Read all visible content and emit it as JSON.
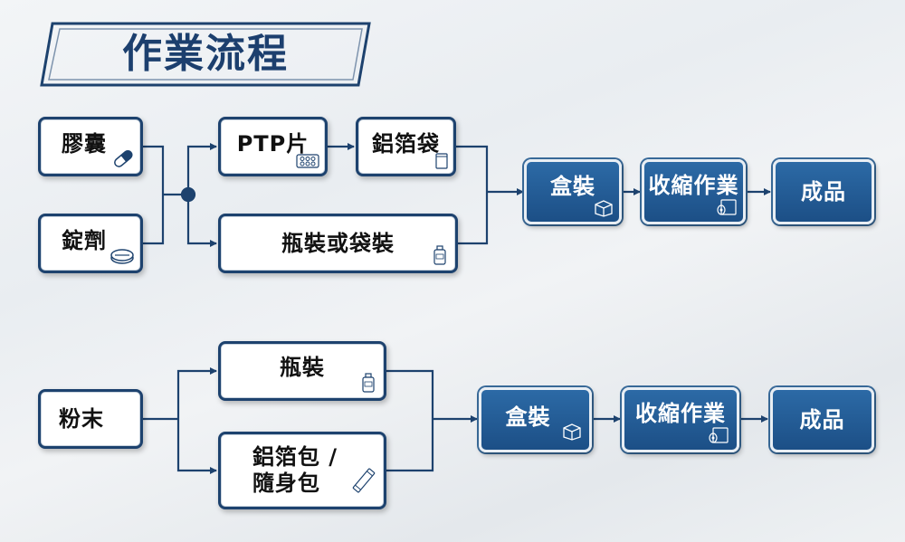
{
  "title": "作業流程",
  "top_flow": {
    "capsule": "膠囊",
    "tablet": "錠劑",
    "ptp": "PTP片",
    "foil_bag": "鋁箔袋",
    "bottle_or_bag": "瓶裝或袋裝",
    "boxing": "盒裝",
    "shrink_wrap": "收縮作業",
    "finished": "成品"
  },
  "bottom_flow": {
    "powder": "粉末",
    "bottle": "瓶裝",
    "foil_pack_line1": "鋁箔包 /",
    "foil_pack_line2": "隨身包",
    "boxing": "盒裝",
    "shrink_wrap": "收縮作業",
    "finished": "成品"
  },
  "icons": [
    "capsule-icon",
    "tablet-icon",
    "blister-icon",
    "bag-icon",
    "bottle-icon",
    "box-icon",
    "shrink-roll-icon",
    "stick-pack-icon"
  ],
  "colors": {
    "dark_blue": "#1d426e",
    "accent_blue": "#2c6aa6",
    "line": "#1d426e"
  }
}
